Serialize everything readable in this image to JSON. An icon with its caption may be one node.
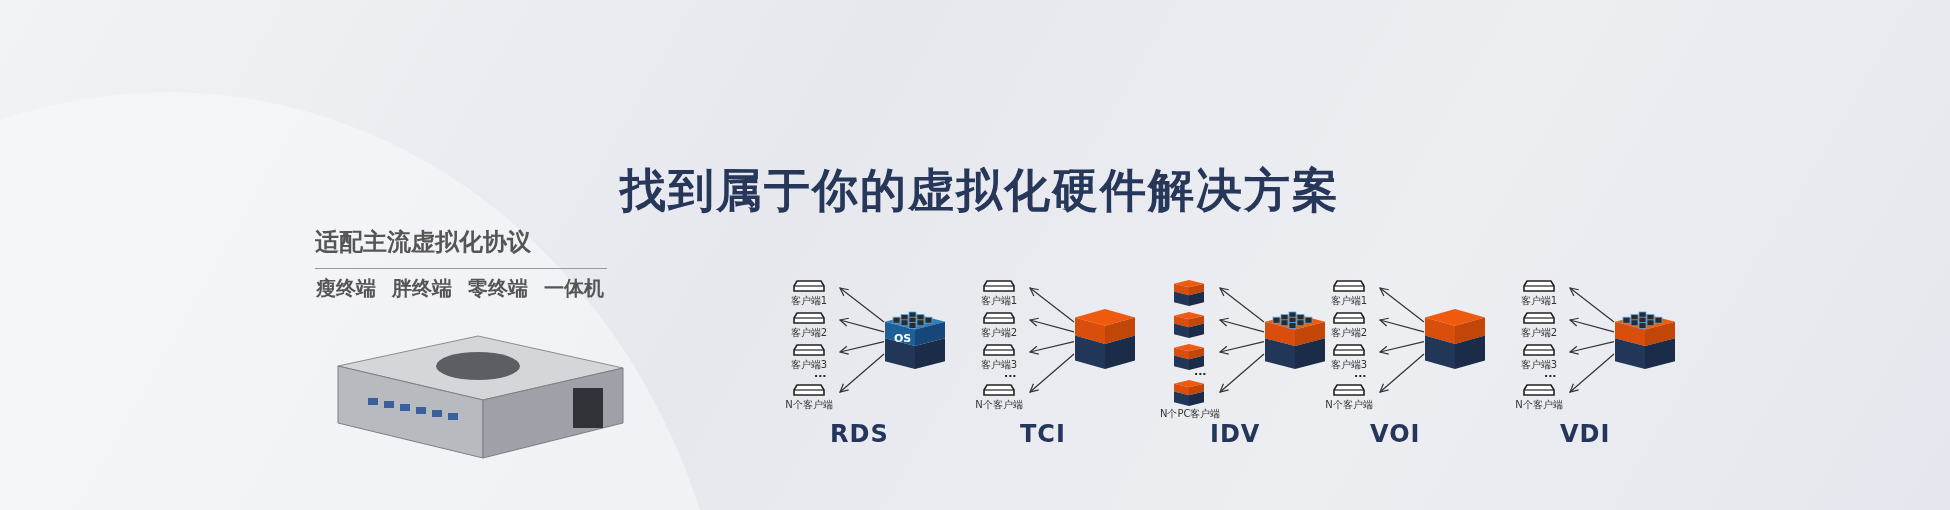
{
  "diagram": {
    "title": "找到属于你的虚拟化硬件解决方案",
    "nodes": [
      {
        "text": [
          "客户端1"
        ]
      },
      {
        "text": [
          "客户端2"
        ]
      },
      {
        "text": [
          "客户端3"
        ]
      },
      {
        "text": [
          "N个客户端"
        ]
      },
      {
        "text": [
          "OS"
        ]
      },
      {
        "text": [
          "客户端1"
        ]
      },
      {
        "text": [
          "客户端2"
        ]
      },
      {
        "text": [
          "客户端3"
        ]
      },
      {
        "text": [
          "N个客户端"
        ]
      },
      {
        "text": [],
        "shape": "picture"
      },
      {
        "text": [],
        "shape": "picture"
      },
      {
        "text": [],
        "shape": "picture"
      },
      {
        "text": [],
        "shape": "picture"
      },
      {
        "text": [
          "N个PC客户端"
        ]
      },
      {
        "text": [],
        "shape": "picture"
      },
      {
        "text": [
          "客户端1"
        ]
      },
      {
        "text": [
          "客户端2"
        ]
      },
      {
        "text": [
          "客户端3"
        ]
      },
      {
        "text": [
          "N个客户端"
        ]
      },
      {
        "text": [],
        "shape": "picture"
      },
      {
        "text": [
          "客户端1"
        ]
      },
      {
        "text": [
          "客户端2"
        ]
      },
      {
        "text": [
          "客户端3"
        ]
      },
      {
        "text": [
          "N个客户端"
        ]
      },
      {
        "text": [],
        "shape": "picture"
      }
    ],
    "edges": [
      {
        "from": 4,
        "to": 0,
        "arrow": "to"
      },
      {
        "from": 4,
        "to": 1,
        "arrow": "to"
      },
      {
        "from": 4,
        "to": 2,
        "arrow": "to"
      },
      {
        "from": 4,
        "to": 3,
        "arrow": "to"
      },
      {
        "from": 9,
        "to": 5,
        "arrow": "to"
      },
      {
        "from": 9,
        "to": 6,
        "arrow": "to"
      },
      {
        "from": 9,
        "to": 7,
        "arrow": "to"
      },
      {
        "from": 9,
        "to": 8,
        "arrow": "to"
      },
      {
        "from": 14,
        "to": 10,
        "arrow": "to"
      },
      {
        "from": 14,
        "to": 11,
        "arrow": "to"
      },
      {
        "from": 14,
        "to": 12,
        "arrow": "to"
      },
      {
        "from": 14,
        "to": 13,
        "arrow": "to"
      },
      {
        "from": 19,
        "to": 15,
        "arrow": "to"
      },
      {
        "from": 19,
        "to": 16,
        "arrow": "to"
      },
      {
        "from": 19,
        "to": 17,
        "arrow": "to"
      },
      {
        "from": 19,
        "to": 18,
        "arrow": "to"
      },
      {
        "from": 24,
        "to": 20,
        "arrow": "to"
      },
      {
        "from": 24,
        "to": 21,
        "arrow": "to"
      },
      {
        "from": 24,
        "to": 22,
        "arrow": "to"
      },
      {
        "from": 24,
        "to": 23,
        "arrow": "to"
      }
    ],
    "labels": [
      "适配主流虚拟化协议",
      "瘦终端",
      "胖终端",
      "零终端",
      "一体机",
      "...",
      "RDS",
      "...",
      "TCI",
      "...",
      "IDV",
      "...",
      "VOI",
      "...",
      "VDI"
    ]
  }
}
